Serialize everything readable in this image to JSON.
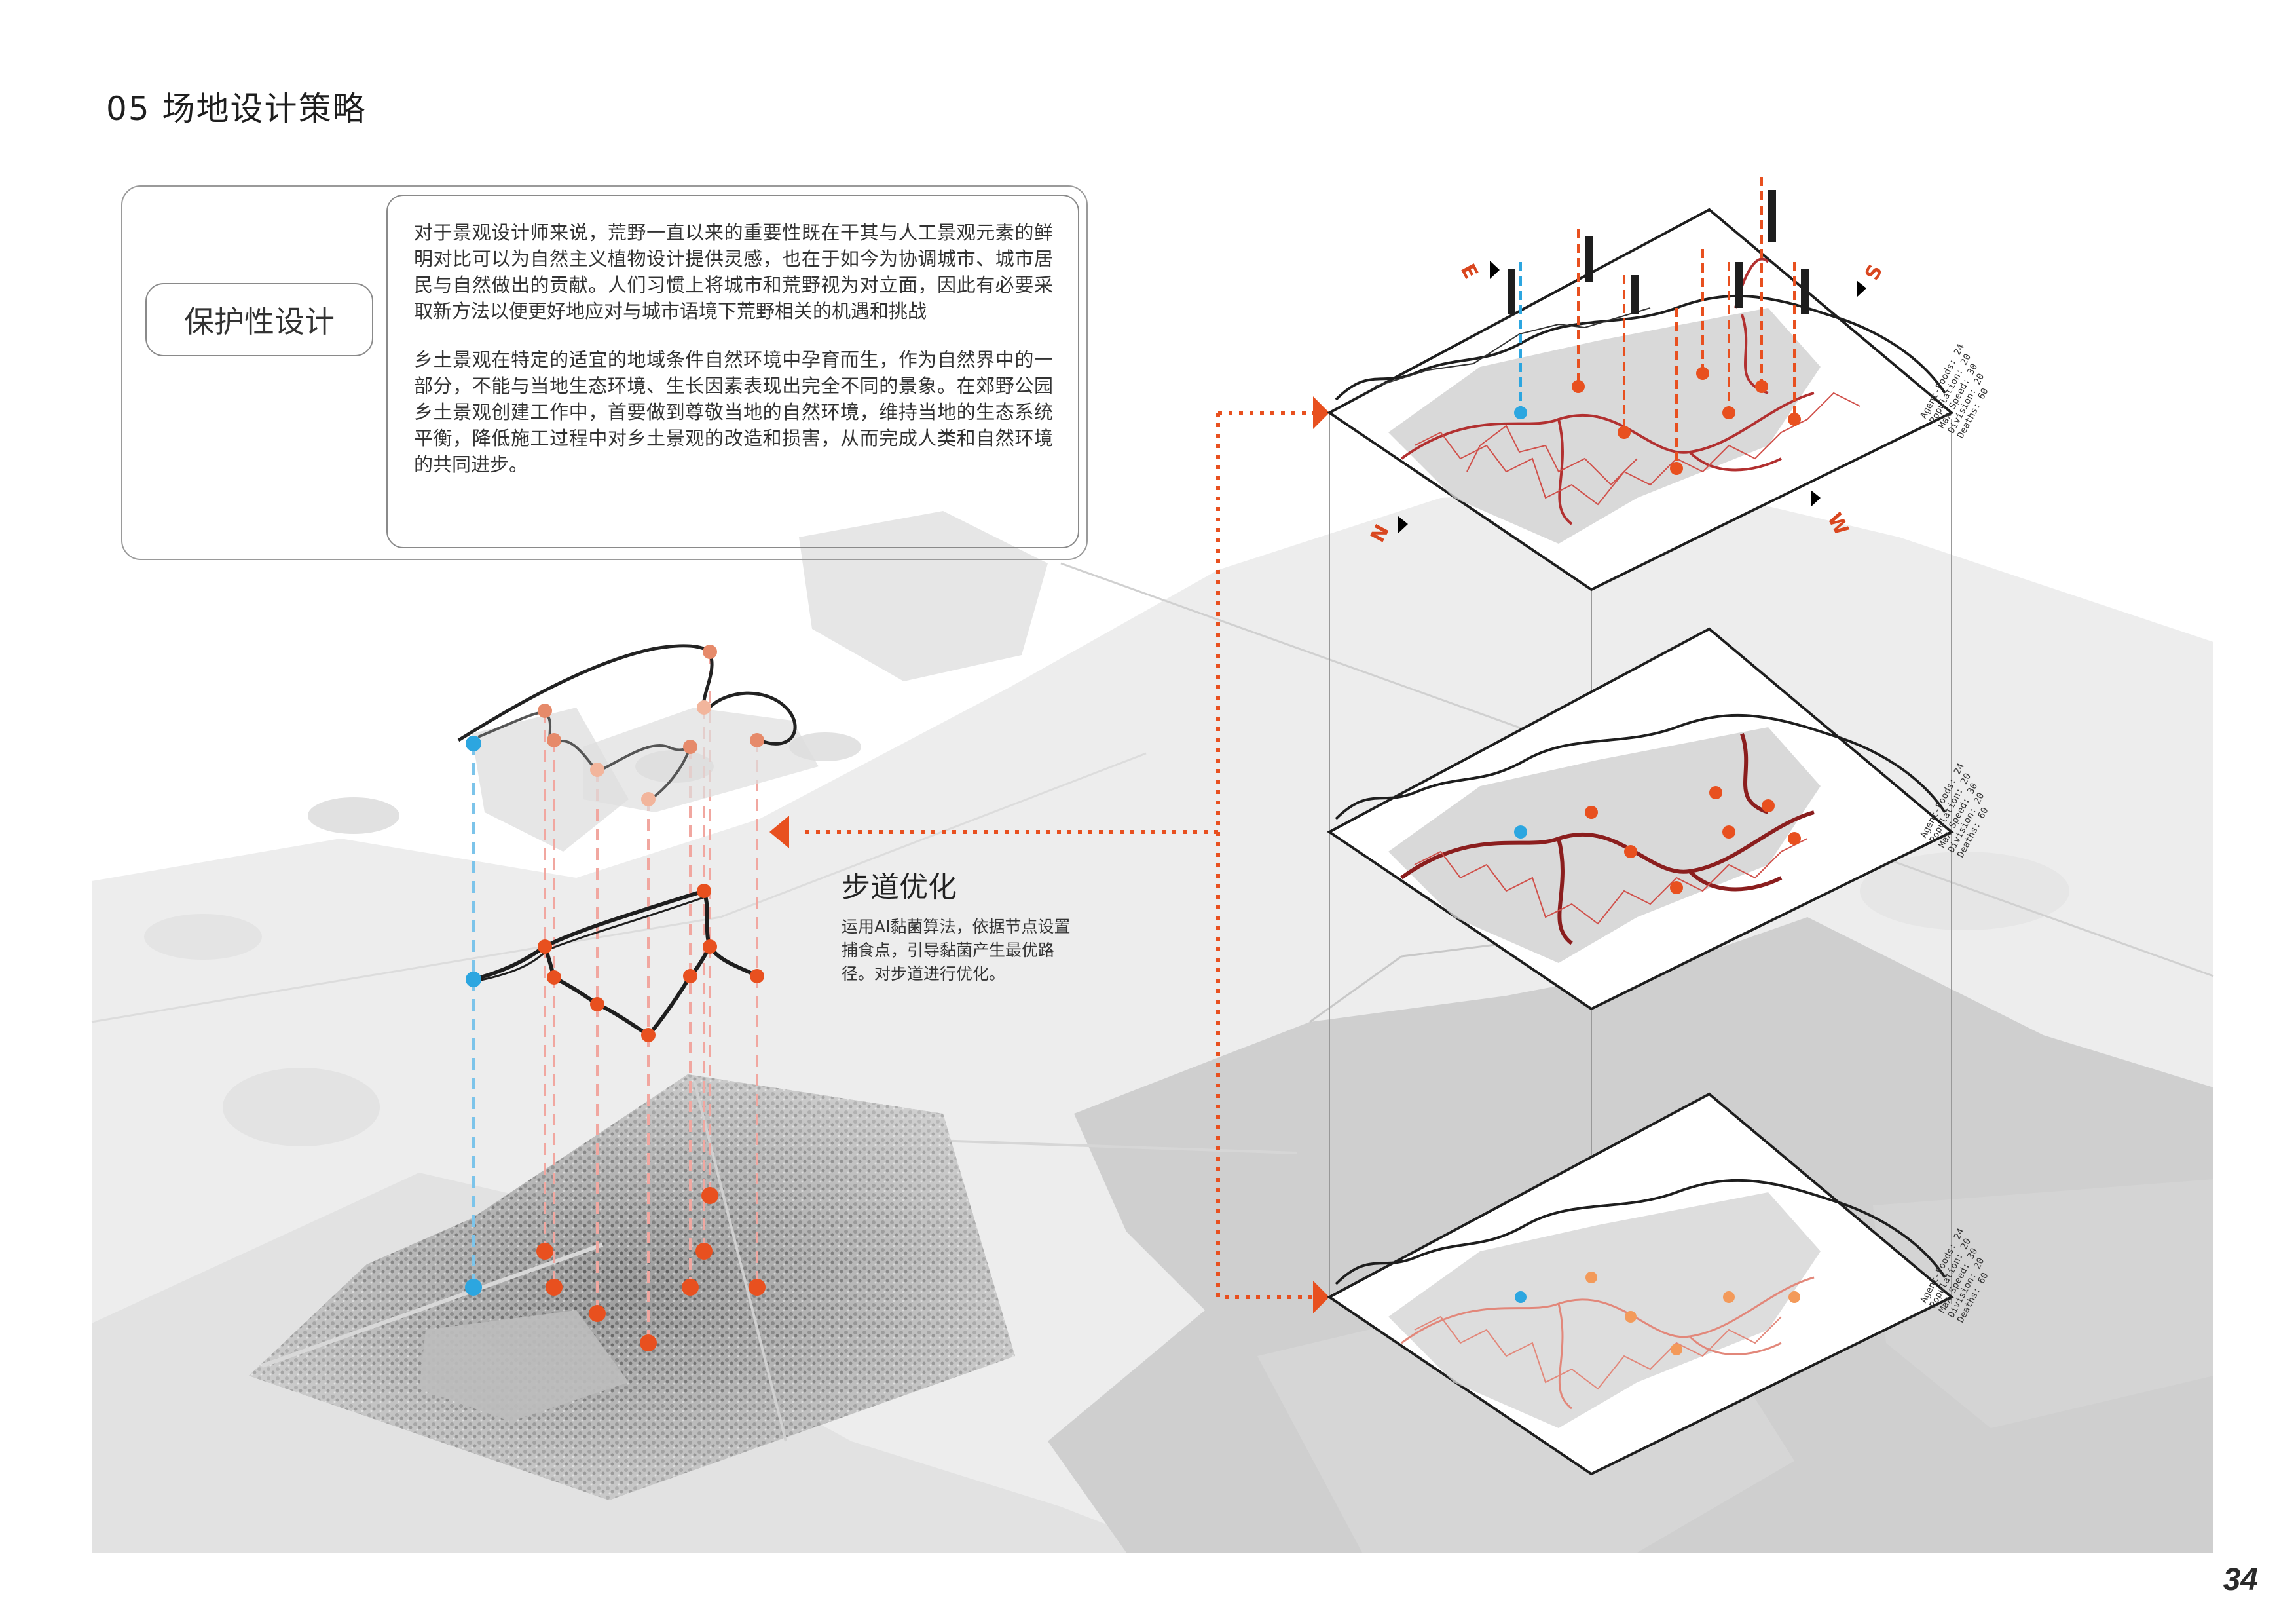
{
  "header": {
    "title": "05  场地设计策略"
  },
  "page_number": "34",
  "intro": {
    "pill_label": "保护性设计",
    "paragraph_1": "对于景观设计师来说，荒野一直以来的重要性既在干其与人工景观元素的鲜明对比可以为自然主义植物设计提供灵感，也在于如今为协调城市、城市居民与自然做出的贡献。人们习惯上将城市和荒野视为对立面，因此有必要采取新方法以便更好地应对与城市语境下荒野相关的机遇和挑战",
    "paragraph_2": "乡土景观在特定的适宜的地域条件自然环境中孕育而生，作为自然界中的一部分，不能与当地生态环境、生长因素表现出完全不同的景象。在郊野公园乡土景观创建工作中，首要做到尊敬当地的自然环境，维持当地的生态系统平衡，降低施工过程中对乡土景观的改造和损害，从而完成人类和自然环境的共同进步。"
  },
  "path_optimization": {
    "title": "步道优化",
    "description": "运用AI黏菌算法，依据节点设置捕食点，引导黏菌产生最优路径。对步道进行优化。"
  },
  "compass": {
    "north": "N",
    "south": "S",
    "east": "E",
    "west": "W"
  },
  "layer_stats": [
    "Agent-Foods: 24",
    "Population: 20",
    "Max Speed: 30",
    "Division: 20",
    "Deaths: 60"
  ],
  "colors": {
    "accent": "#e8501f",
    "node_blue": "#2ca6e0",
    "mesh_red": "#c0312b",
    "map_gray": "#d9d9d9"
  }
}
